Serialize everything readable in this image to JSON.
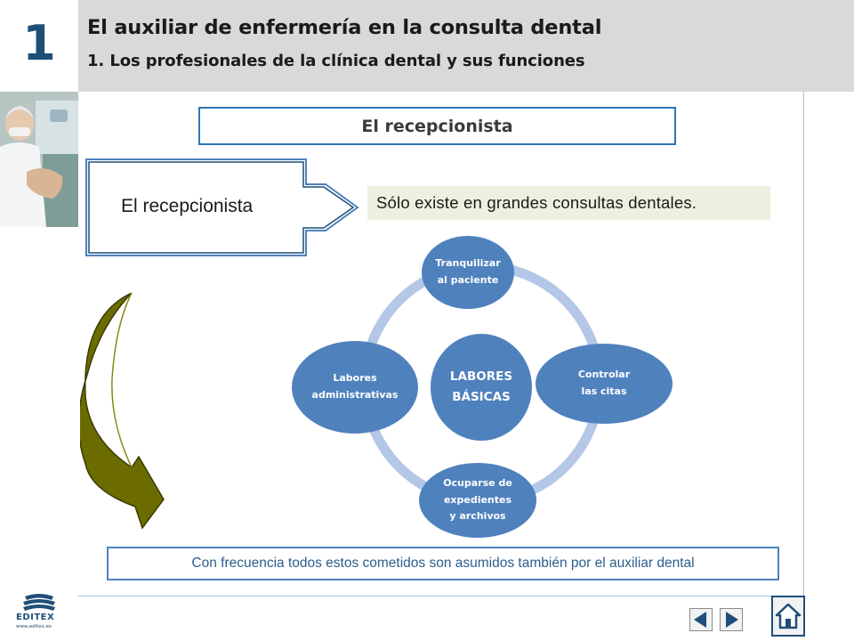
{
  "header": {
    "chapter_number": "1",
    "title": "El auxiliar de enfermería en la consulta dental",
    "subtitle": "1. Los profesionales de la clínica dental y sus funciones"
  },
  "section": {
    "title": "El recepcionista"
  },
  "role_box": {
    "label": "El recepcionista"
  },
  "note": {
    "text": "Sólo existe en grandes consultas dentales."
  },
  "cycle": {
    "center": [
      "LABORES",
      "BÁSICAS"
    ],
    "nodes": [
      {
        "id": "top",
        "lines": [
          "Tranquilizar",
          "al paciente"
        ]
      },
      {
        "id": "right",
        "lines": [
          "Controlar",
          "las citas"
        ]
      },
      {
        "id": "bottom",
        "lines": [
          "Ocuparse de",
          "expedientes",
          "y archivos"
        ]
      },
      {
        "id": "left",
        "lines": [
          "Labores",
          "administrativas"
        ]
      }
    ]
  },
  "footer_note": {
    "text": "Con frecuencia todos estos cometidos son asumidos también por el auxiliar dental"
  },
  "logo": {
    "name": "EDITEX",
    "url": "www.editex.es"
  },
  "colors": {
    "header_bg": "#d9d9d9",
    "accent_blue": "#4f81bd",
    "dark_blue": "#1f4e79",
    "note_bg": "#ebf1de",
    "arrow_olive": "#6b6b00",
    "ring": "#b4c7e7"
  },
  "icons": {
    "previous": "triangle-left-icon",
    "next": "triangle-right-icon",
    "home": "home-icon"
  }
}
